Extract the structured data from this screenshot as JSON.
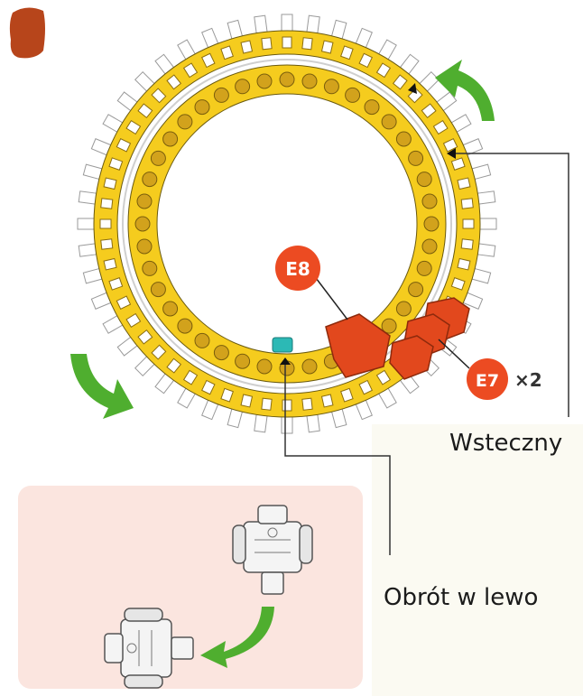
{
  "labels": {
    "e8": "E8",
    "e7": "E7",
    "e7_count": "×2",
    "reverse": "Wsteczny",
    "turn_left": "Obrót w lewo"
  },
  "colors": {
    "ring_yellow": "#f5cc1e",
    "ring_stud": "#d2a21c",
    "tooth": "#ffffff",
    "piece_orange": "#e2481d",
    "badge_orange": "#ec4b22",
    "arrow_green": "#4fae2f",
    "inset_bg": "#fbe5df",
    "logo_red": "#b7451b",
    "teal_part": "#2cb9b5"
  },
  "icons": {
    "top_left": "brand-square-icon",
    "rotate_top": "curved-arrow-icon",
    "rotate_bottom": "curved-arrow-icon",
    "turn": "curved-arrow-icon",
    "robot": "robot-icon"
  }
}
